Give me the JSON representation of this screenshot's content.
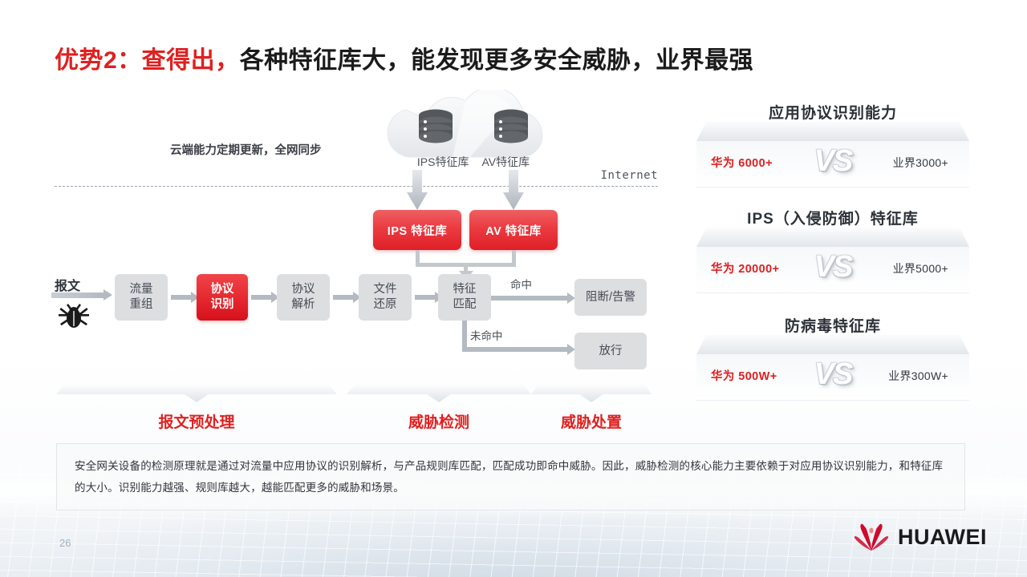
{
  "slide": {
    "title_highlight": "优势2：查得出，",
    "title_rest": "各种特征库大，能发现更多安全威胁，业界最强",
    "page_number": "26",
    "brand": "HUAWEI",
    "accent_red": "#e02020",
    "box_gray": "#dcdee0"
  },
  "cloud": {
    "note": "云端能力定期更新，全网同步",
    "db_left_label": "IPS特征库",
    "db_right_label": "AV特征库",
    "internet_label": "Internet"
  },
  "feature_libs": [
    {
      "label": "IPS 特征库"
    },
    {
      "label": "AV 特征库"
    }
  ],
  "flow": {
    "packet_label": "报文",
    "bug_icon": "bug-icon",
    "steps": [
      {
        "name": "traffic-reassembly",
        "line1": "流量",
        "line2": "重组",
        "highlight": false
      },
      {
        "name": "protocol-identification",
        "line1": "协议",
        "line2": "识别",
        "highlight": true
      },
      {
        "name": "protocol-parsing",
        "line1": "协议",
        "line2": "解析",
        "highlight": false
      },
      {
        "name": "file-restore",
        "line1": "文件",
        "line2": "还原",
        "highlight": false
      },
      {
        "name": "signature-matching",
        "line1": "特征",
        "line2": "匹配",
        "highlight": false
      }
    ],
    "branch_hit_label": "命中",
    "branch_miss_label": "未命中",
    "outcome_block": "阻断/告警",
    "outcome_pass": "放行"
  },
  "stages": [
    {
      "label": "报文预处理"
    },
    {
      "label": "威胁检测"
    },
    {
      "label": "威胁处置"
    }
  ],
  "note": {
    "text": "安全网关设备的检测原理就是通过对流量中应用协议的识别解析，与产品规则库匹配，匹配成功即命中威胁。因此，威胁检测的核心能力主要依赖于对应用协议识别能力，和特征库的大小。识别能力越强、规则库越大，越能匹配更多的威胁和场景。"
  },
  "comparison_cards": [
    {
      "title": "应用协议识别能力",
      "huawei": "华为  6000+",
      "vs": "VS",
      "industry": "业界3000+"
    },
    {
      "title": "IPS（入侵防御）特征库",
      "huawei": "华为  20000+",
      "vs": "VS",
      "industry": "业界5000+"
    },
    {
      "title": "防病毒特征库",
      "huawei": "华为  500W+",
      "vs": "VS",
      "industry": "业界300W+"
    }
  ]
}
